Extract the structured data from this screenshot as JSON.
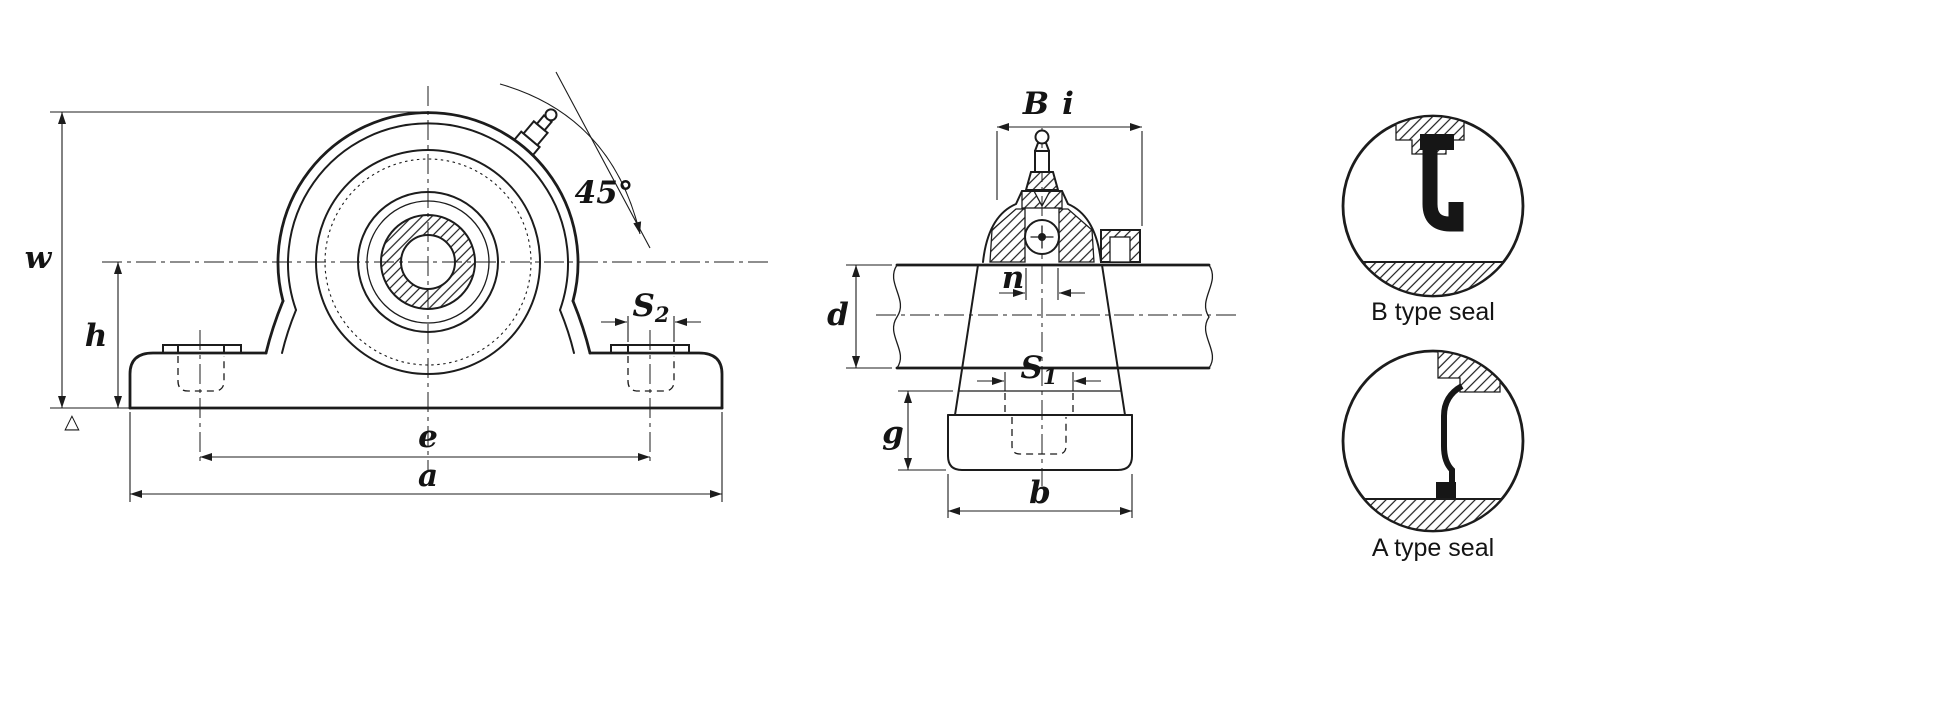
{
  "drawing": {
    "front_view": {
      "dim_labels": {
        "w": "w",
        "h": "h",
        "angle": "45°",
        "s2_base": "S",
        "s2_sub": "2",
        "e": "e",
        "a": "a"
      },
      "datum_symbol": "△"
    },
    "side_view": {
      "dim_labels": {
        "b_width": "B",
        "i": "i",
        "n": "n",
        "d": "d",
        "s1_base": "S",
        "s1_sub": "1",
        "g": "g",
        "b": "b"
      }
    },
    "seal_details": {
      "b_type_label": "B type seal",
      "a_type_label": "A type seal"
    },
    "colors": {
      "ink": "#1c1c1c",
      "background": "#ffffff"
    }
  }
}
